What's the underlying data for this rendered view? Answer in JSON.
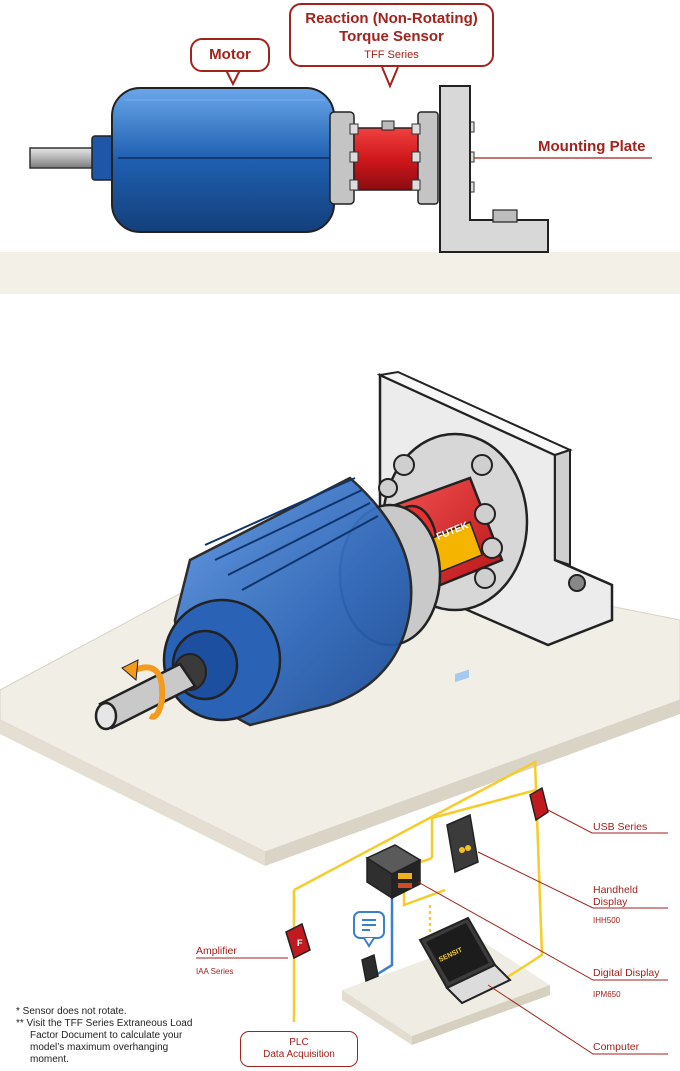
{
  "top_diagram": {
    "motor_label": "Motor",
    "sensor_label_line1": "Reaction (Non-Rotating)",
    "sensor_label_line2": "Torque Sensor",
    "sensor_series": "TFF Series",
    "mounting_plate_label": "Mounting Plate"
  },
  "iso_diagram": {
    "sensor_brand": "FUTEK"
  },
  "system_diagram": {
    "usb": {
      "label": "USB Series"
    },
    "handheld": {
      "label_line1": "Handheld",
      "label_line2": "Display",
      "series": "IHH500"
    },
    "digital": {
      "label": "Digital Display",
      "series": "IPM650"
    },
    "amplifier": {
      "label": "Amplifier",
      "series": "IAA Series"
    },
    "computer": {
      "label": "Computer",
      "screen_brand": "SENSIT"
    },
    "plc": {
      "label_line1": "PLC",
      "label_line2": "Data Acquisition"
    }
  },
  "notes": {
    "note1": "*   Sensor does not rotate.",
    "note2_line1": "**  Visit the TFF Series Extraneous Load",
    "note2_line2": "Factor Document to calculate your",
    "note2_line3": "model’s maximum overhanging",
    "note2_line4": "moment."
  },
  "colors": {
    "accent_red": "#a3221c",
    "motor_blue": "#1f5fb0",
    "sensor_red": "#d0181c",
    "cable_yellow": "#f5cc2a",
    "arrow_orange": "#f39a1f",
    "ground_beige": "#f3f0e8"
  }
}
